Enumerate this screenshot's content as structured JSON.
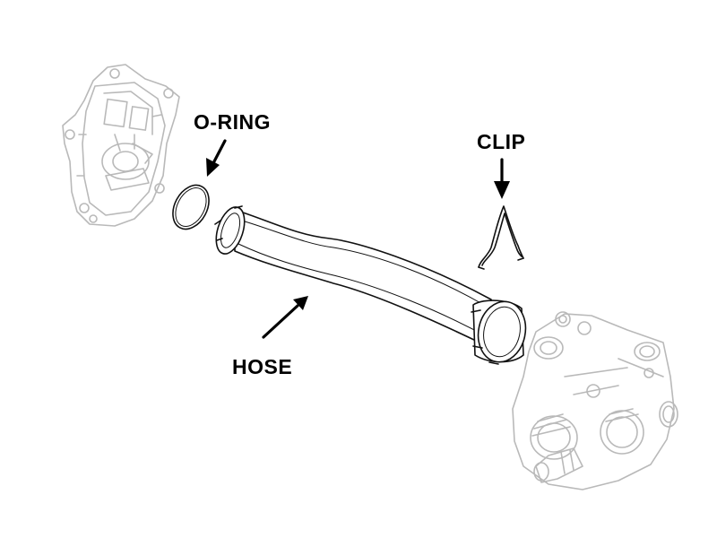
{
  "labels": {
    "o_ring": "O-RING",
    "clip": "CLIP",
    "hose": "HOSE"
  },
  "colors": {
    "line_art": "#111111",
    "background_parts": "#b9b9b9",
    "background": "#ffffff"
  }
}
